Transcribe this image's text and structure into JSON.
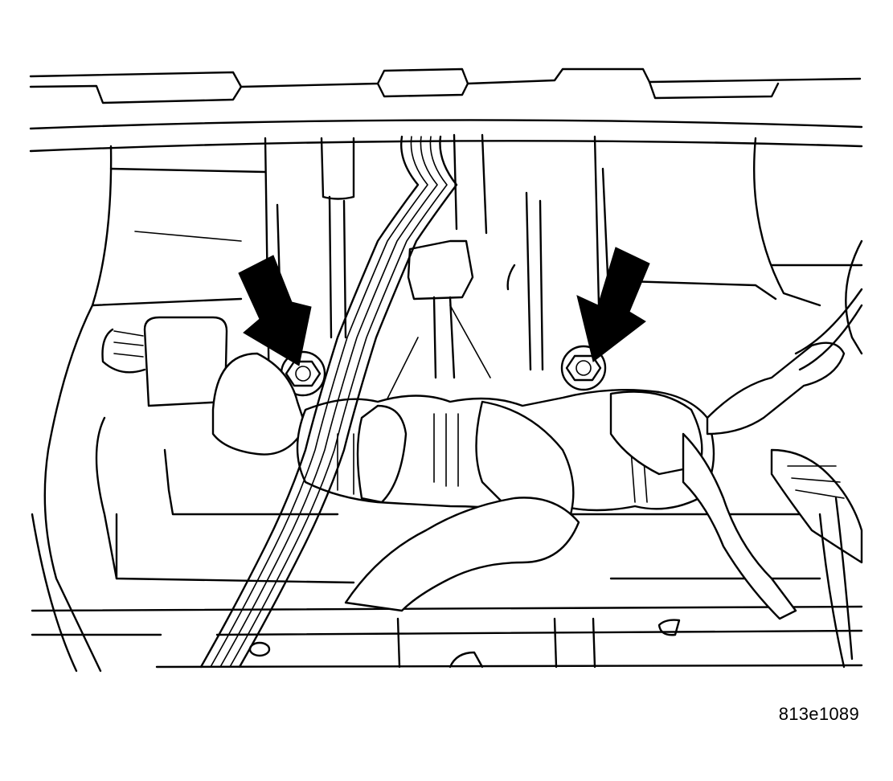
{
  "figure": {
    "code": "813e1089",
    "line_color": "#000000",
    "background": "#ffffff",
    "callouts": [
      {
        "icon": "arrow-icon",
        "points_to": "left-nut"
      },
      {
        "icon": "arrow-icon",
        "points_to": "right-nut"
      }
    ]
  }
}
